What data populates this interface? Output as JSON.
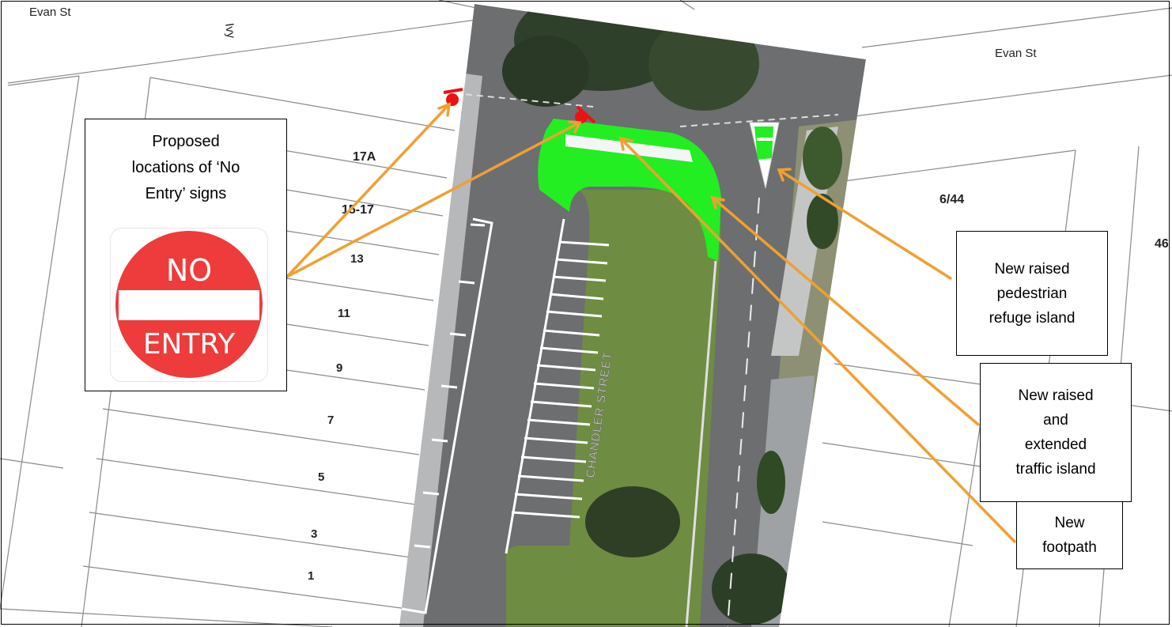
{
  "map": {
    "street_labels": {
      "evan_st_left": "Evan St",
      "ivy": "Ivy",
      "evan_st_right": "Evan St",
      "chandler_street": "CHANDLER STREET"
    },
    "lot_numbers": {
      "n17a": "17A",
      "n15_17": "15-17",
      "n13": "13",
      "n11": "11",
      "n9": "9",
      "n7": "7",
      "n5": "5",
      "n3": "3",
      "n1": "1",
      "n6_44": "6/44",
      "n46": "46"
    }
  },
  "sign_callout": {
    "title_lines": [
      "Proposed",
      "locations of ‘No",
      "Entry’ signs"
    ],
    "sign": {
      "top_text": "NO",
      "bottom_text": "ENTRY",
      "color": "#ee3b3b"
    }
  },
  "callouts": {
    "refuge_island": [
      "New raised",
      "pedestrian",
      "refuge island"
    ],
    "traffic_island": [
      "New raised",
      "and",
      "extended",
      "traffic island"
    ],
    "footpath": [
      "New",
      "footpath"
    ]
  },
  "colors": {
    "road": "#5d5f62",
    "grass": "#6f8c43",
    "proposed_island": "#22ee22",
    "leader": "#f0a030",
    "sign_marker": "#ee1111"
  }
}
